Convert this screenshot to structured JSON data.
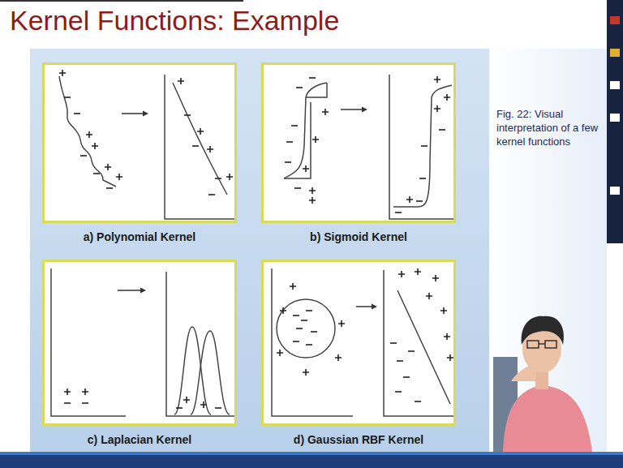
{
  "diagram": {
    "title": "Kernel Functions: Example",
    "caption": "Fig. 22: Visual interpretation of a few kernel functions",
    "nodes": [
      {
        "text": [
          "a) Polynomial Kernel"
        ]
      },
      {
        "text": [
          "b) Sigmoid Kernel"
        ]
      },
      {
        "text": [
          "c) Laplacian Kernel"
        ]
      },
      {
        "text": [
          "d) Gaussian RBF Kernel"
        ]
      }
    ],
    "edges": []
  }
}
